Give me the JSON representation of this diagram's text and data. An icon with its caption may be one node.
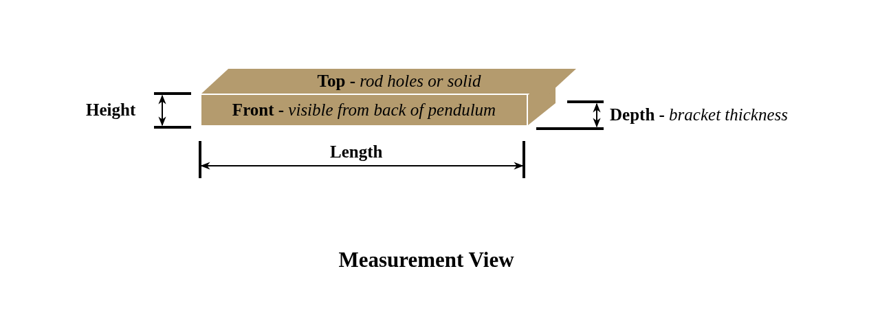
{
  "diagram": {
    "caption": "Measurement View",
    "nodes": [
      {
        "text": [
          "**Top -** *rod holes or solid*"
        ]
      },
      {
        "text": [
          "**Front -** *visible from back of pendulum*"
        ]
      }
    ],
    "labels": [
      "Height",
      "**Depth -** *bracket thickness*",
      "Length"
    ]
  }
}
